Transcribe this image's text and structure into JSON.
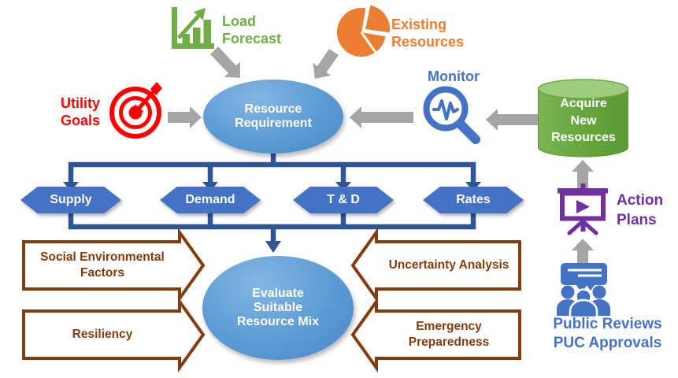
{
  "labels": {
    "load_forecast": "Load Forecast",
    "existing_resources": "Existing Resources",
    "utility_goals": "Utility Goals",
    "resource_requirement": "Resource Requirement",
    "monitor": "Monitor",
    "acquire_new_resources": "Acquire New Resources",
    "social_environmental": "Social Environmental Factors",
    "resiliency": "Resiliency",
    "evaluate_mix": "Evaluate Suitable Resource Mix",
    "uncertainty": "Uncertainty Analysis",
    "emergency": "Emergency Preparedness",
    "action_plans": "Action Plans",
    "public_reviews": "Public Reviews\nPUC Approvals"
  },
  "process_areas": [
    "Supply",
    "Demand",
    "T & D",
    "Rates"
  ],
  "icons": {
    "load_forecast": "bar-chart-icon",
    "existing_resources": "pie-chart-icon",
    "utility_goals": "target-dart-icon",
    "monitor": "magnifier-pulse-icon",
    "acquire_new_resources": "database-cylinder-shape",
    "action_plans": "presentation-easel-icon",
    "public_reviews": "people-discussion-icon"
  },
  "colors": {
    "green": "#70AD47",
    "orange": "#ED7D31",
    "red": "#FF0000",
    "ellipse_blue": "#5B9BD5",
    "hexagon_blue": "#4472C4",
    "connector_blue": "#2F5597",
    "text_blue": "#4472C4",
    "purple": "#7030A0",
    "brown": "#843C0C",
    "arrow_gray": "#A5A5A5",
    "cylinder_green": "#69A93F"
  }
}
